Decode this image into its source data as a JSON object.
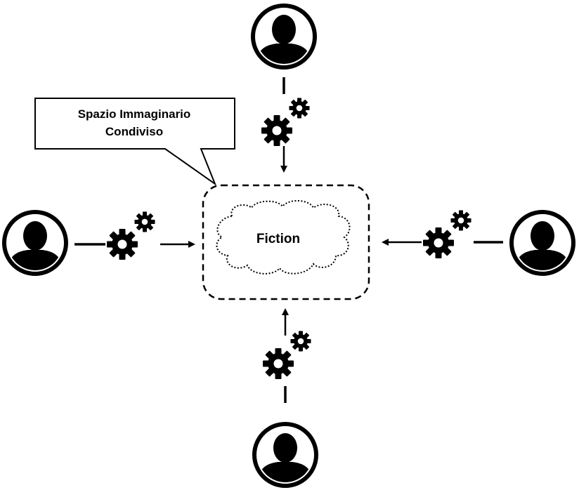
{
  "callout": {
    "line1": "Spazio Immaginario",
    "line2": "Condiviso"
  },
  "center": {
    "label": "Fiction"
  },
  "participants": [
    {
      "position": "top",
      "icon": "user-avatar-icon"
    },
    {
      "position": "left",
      "icon": "user-avatar-icon"
    },
    {
      "position": "right",
      "icon": "user-avatar-icon"
    },
    {
      "position": "bottom",
      "icon": "user-avatar-icon"
    }
  ],
  "connectors": {
    "icon": "gears-icon",
    "arrow_direction": "toward-center"
  },
  "colors": {
    "stroke": "#000000",
    "fill": "#000000",
    "background": "#ffffff"
  }
}
